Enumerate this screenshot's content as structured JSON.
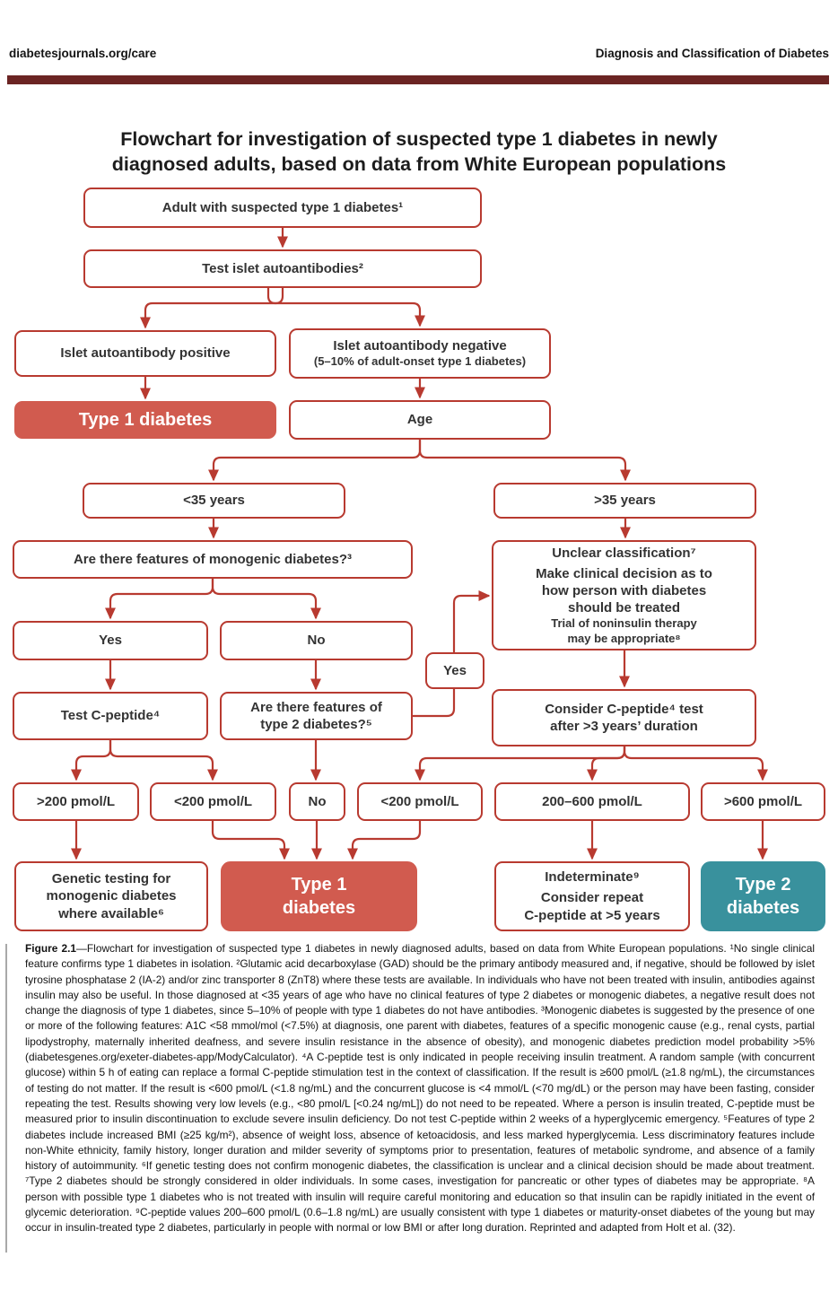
{
  "header": {
    "journal_url": "diabetesjournals.org/care",
    "article_title": "Diagnosis and Classification of Diabetes"
  },
  "colors": {
    "line_red": "#b83a30",
    "box_fill_red": "#d15b4f",
    "box_fill_teal": "#39919d",
    "header_bar_maroon": "#6b2423"
  },
  "figure_title": {
    "line1": "Flowchart for investigation of suspected type 1 diabetes in newly",
    "line2": "diagnosed adults, based on data from White European populations"
  },
  "flowchart": {
    "nodes": {
      "adult": {
        "label": "Adult with suspected type 1 diabetes¹"
      },
      "test_islet": {
        "label": "Test islet autoantibodies²"
      },
      "islet_pos": {
        "label": "Islet autoantibody positive"
      },
      "islet_neg": {
        "line1": "Islet autoantibody negative",
        "line2": "(5–10% of adult-onset type 1 diabetes)"
      },
      "t1d_left": {
        "label": "Type 1 diabetes"
      },
      "age": {
        "label": "Age"
      },
      "lt35": {
        "label": "<35 years"
      },
      "gt35": {
        "label": ">35 years"
      },
      "monogenic_q": {
        "label": "Are there features of monogenic diabetes?³"
      },
      "unclear": {
        "line1": "Unclear classification⁷",
        "line2": "Make clinical decision as to",
        "line3": "how person with diabetes",
        "line4": "should be treated",
        "line5": "Trial of noninsulin therapy",
        "line6": "may be appropriate⁸"
      },
      "yes1": {
        "label": "Yes"
      },
      "no1": {
        "label": "No"
      },
      "test_cpeptide": {
        "label": "Test C-peptide⁴"
      },
      "type2_q": {
        "line1": "Are there features of",
        "line2": "type 2 diabetes?⁵"
      },
      "yes_connector": {
        "label": "Yes"
      },
      "consider_cpeptide": {
        "line1": "Consider C-peptide⁴ test",
        "line2": "after >3 years’ duration"
      },
      "gt200": {
        "label": ">200 pmol/L"
      },
      "lt200_a": {
        "label": "<200 pmol/L"
      },
      "no2": {
        "label": "No"
      },
      "lt200_b": {
        "label": "<200 pmol/L"
      },
      "mid_200_600": {
        "label": "200–600 pmol/L"
      },
      "gt600": {
        "label": ">600 pmol/L"
      },
      "genetic_testing": {
        "line1": "Genetic testing for",
        "line2": "monogenic diabetes",
        "line3": "where available⁶"
      },
      "t1d_bottom": {
        "line1": "Type 1",
        "line2": "diabetes"
      },
      "indeterminate": {
        "line1": "Indeterminate⁹",
        "line2": "Consider repeat",
        "line3": "C-peptide at >5 years"
      },
      "t2d": {
        "line1": "Type 2",
        "line2": "diabetes"
      }
    }
  },
  "caption": {
    "label": "Figure 2.1",
    "text": "—Flowchart for investigation of suspected type 1 diabetes in newly diagnosed adults, based on data from White European populations. ¹No single clinical feature confirms type 1 diabetes in isolation. ²Glutamic acid decarboxylase (GAD) should be the primary antibody measured and, if negative, should be followed by islet tyrosine phosphatase 2 (IA-2) and/or zinc transporter 8 (ZnT8) where these tests are available. In individuals who have not been treated with insulin, antibodies against insulin may also be useful. In those diagnosed at <35 years of age who have no clinical features of type 2 diabetes or monogenic diabetes, a negative result does not change the diagnosis of type 1 diabetes, since 5–10% of people with type 1 diabetes do not have antibodies. ³Monogenic diabetes is suggested by the presence of one or more of the following features: A1C <58 mmol/mol (<7.5%) at diagnosis, one parent with diabetes, features of a specific monogenic cause (e.g., renal cysts, partial lipodystrophy, maternally inherited deafness, and severe insulin resistance in the absence of obesity), and monogenic diabetes prediction model probability >5% (diabetesgenes.org/exeter-diabetes-app/ModyCalculator). ⁴A C-peptide test is only indicated in people receiving insulin treatment. A random sample (with concurrent glucose) within 5 h of eating can replace a formal C-peptide stimulation test in the context of classification. If the result is ≥600 pmol/L (≥1.8 ng/mL), the circumstances of testing do not matter. If the result is <600 pmol/L (<1.8 ng/mL) and the concurrent glucose is <4 mmol/L (<70 mg/dL) or the person may have been fasting, consider repeating the test. Results showing very low levels (e.g., <80 pmol/L [<0.24 ng/mL]) do not need to be repeated. Where a person is insulin treated, C-peptide must be measured prior to insulin discontinuation to exclude severe insulin deficiency. Do not test C-peptide within 2 weeks of a hyperglycemic emergency. ⁵Features of type 2 diabetes include increased BMI (≥25 kg/m²), absence of weight loss, absence of ketoacidosis, and less marked hyperglycemia. Less discriminatory features include non-White ethnicity, family history, longer duration and milder severity of symptoms prior to presentation, features of metabolic syndrome, and absence of a family history of autoimmunity. ⁶If genetic testing does not confirm monogenic diabetes, the classification is unclear and a clinical decision should be made about treatment. ⁷Type 2 diabetes should be strongly considered in older individuals. In some cases, investigation for pancreatic or other types of diabetes may be appropriate. ⁸A person with possible type 1 diabetes who is not treated with insulin will require careful monitoring and education so that insulin can be rapidly initiated in the event of glycemic deterioration. ⁹C-peptide values 200–600 pmol/L (0.6–1.8 ng/mL) are usually consistent with type 1 diabetes or maturity-onset diabetes of the young but may occur in insulin-treated type 2 diabetes, particularly in people with normal or low BMI or after long duration. Reprinted and adapted from Holt et al. (32)."
  }
}
